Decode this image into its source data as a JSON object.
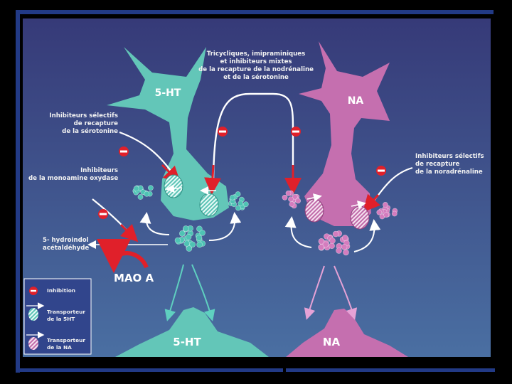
{
  "diagram": {
    "neurons": {
      "ht_top": "5-HT",
      "na_top": "NA",
      "ht_bottom": "5-HT",
      "na_bottom": "NA"
    },
    "labels": {
      "tricyclics": [
        "Tricycliques, imipraminiques",
        "et inhibiteurs mixtes",
        "de la recapture de la nodrénaline",
        "et de la sérotonine"
      ],
      "ssri": [
        "Inhibiteurs sélectifs",
        "de recapture",
        "de la sérotonine"
      ],
      "maoi": [
        "Inhibiteurs",
        "de la monoamine oxydase"
      ],
      "nri": [
        "Inhibiteurs sélectifs",
        "de recapture",
        "de la noradrénaline"
      ],
      "metabolite": [
        "5- hydroindol",
        "acétaldéhyde"
      ],
      "enzyme": "MAO A"
    },
    "legend": {
      "inhibit": "Inhibition",
      "ht_transporter": [
        "Transporteur",
        "de la 5HT"
      ],
      "na_transporter": [
        "Transporteur",
        "de la NA"
      ]
    }
  },
  "colors": {
    "background_top": "#383d7a",
    "background_bottom": "#43679c",
    "ht_cell": "#63c6b8",
    "na_cell": "#c56faf",
    "inhibit": "#e0202a",
    "border": "#1a2a66"
  }
}
